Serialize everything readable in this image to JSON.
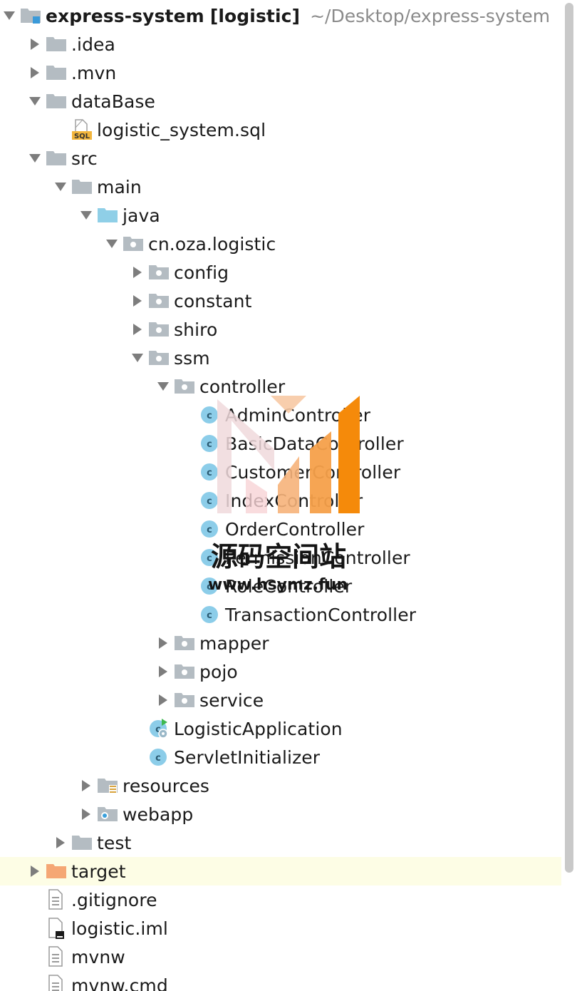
{
  "project": {
    "name": "express-system",
    "module": "[logistic]",
    "path": "~/Desktop/express-system"
  },
  "tree": [
    {
      "label": "express-system",
      "depth": 0,
      "arrow": "down",
      "icon": "module-folder-icon",
      "root": true
    },
    {
      "label": ".idea",
      "depth": 1,
      "arrow": "right",
      "icon": "folder-icon"
    },
    {
      "label": ".mvn",
      "depth": 1,
      "arrow": "right",
      "icon": "folder-icon"
    },
    {
      "label": "dataBase",
      "depth": 1,
      "arrow": "down",
      "icon": "folder-icon"
    },
    {
      "label": "logistic_system.sql",
      "depth": 2,
      "arrow": "none",
      "icon": "sql-file-icon"
    },
    {
      "label": "src",
      "depth": 1,
      "arrow": "down",
      "icon": "folder-icon"
    },
    {
      "label": "main",
      "depth": 2,
      "arrow": "down",
      "icon": "folder-icon"
    },
    {
      "label": "java",
      "depth": 3,
      "arrow": "down",
      "icon": "source-folder-icon"
    },
    {
      "label": "cn.oza.logistic",
      "depth": 4,
      "arrow": "down",
      "icon": "package-icon"
    },
    {
      "label": "config",
      "depth": 5,
      "arrow": "right",
      "icon": "package-icon"
    },
    {
      "label": "constant",
      "depth": 5,
      "arrow": "right",
      "icon": "package-icon"
    },
    {
      "label": "shiro",
      "depth": 5,
      "arrow": "right",
      "icon": "package-icon"
    },
    {
      "label": "ssm",
      "depth": 5,
      "arrow": "down",
      "icon": "package-icon"
    },
    {
      "label": "controller",
      "depth": 6,
      "arrow": "down",
      "icon": "package-icon"
    },
    {
      "label": "AdminController",
      "depth": 7,
      "arrow": "none",
      "icon": "class-icon"
    },
    {
      "label": "BasicDataController",
      "depth": 7,
      "arrow": "none",
      "icon": "class-icon"
    },
    {
      "label": "CustomerController",
      "depth": 7,
      "arrow": "none",
      "icon": "class-icon"
    },
    {
      "label": "IndexController",
      "depth": 7,
      "arrow": "none",
      "icon": "class-icon"
    },
    {
      "label": "OrderController",
      "depth": 7,
      "arrow": "none",
      "icon": "class-icon"
    },
    {
      "label": "PermissionController",
      "depth": 7,
      "arrow": "none",
      "icon": "class-icon"
    },
    {
      "label": "RoleController",
      "depth": 7,
      "arrow": "none",
      "icon": "class-icon"
    },
    {
      "label": "TransactionController",
      "depth": 7,
      "arrow": "none",
      "icon": "class-icon"
    },
    {
      "label": "mapper",
      "depth": 6,
      "arrow": "right",
      "icon": "package-icon"
    },
    {
      "label": "pojo",
      "depth": 6,
      "arrow": "right",
      "icon": "package-icon"
    },
    {
      "label": "service",
      "depth": 6,
      "arrow": "right",
      "icon": "package-icon"
    },
    {
      "label": "LogisticApplication",
      "depth": 5,
      "arrow": "none",
      "icon": "spring-boot-class-icon"
    },
    {
      "label": "ServletInitializer",
      "depth": 5,
      "arrow": "none",
      "icon": "class-icon"
    },
    {
      "label": "resources",
      "depth": 3,
      "arrow": "right",
      "icon": "resources-folder-icon"
    },
    {
      "label": "webapp",
      "depth": 3,
      "arrow": "right",
      "icon": "web-folder-icon"
    },
    {
      "label": "test",
      "depth": 2,
      "arrow": "right",
      "icon": "folder-icon"
    },
    {
      "label": "target",
      "depth": 1,
      "arrow": "right",
      "icon": "excluded-folder-icon",
      "highlight": true
    },
    {
      "label": ".gitignore",
      "depth": 1,
      "arrow": "none",
      "icon": "text-file-icon"
    },
    {
      "label": "logistic.iml",
      "depth": 1,
      "arrow": "none",
      "icon": "iml-file-icon"
    },
    {
      "label": "mvnw",
      "depth": 1,
      "arrow": "none",
      "icon": "text-file-icon"
    },
    {
      "label": "mvnw.cmd",
      "depth": 1,
      "arrow": "none",
      "icon": "text-file-icon"
    }
  ],
  "colors": {
    "folder": "#b4bcc2",
    "source_folder": "#8fcfe7",
    "excluded_folder": "#f5a774",
    "class_badge": "#8ccde9",
    "class_letter": "#2a5a72",
    "arrow": "#7d7d7d",
    "highlight_row": "#fdfde5"
  },
  "watermark": {
    "title": "源码空间站",
    "url": "www.hsymz.fun"
  }
}
